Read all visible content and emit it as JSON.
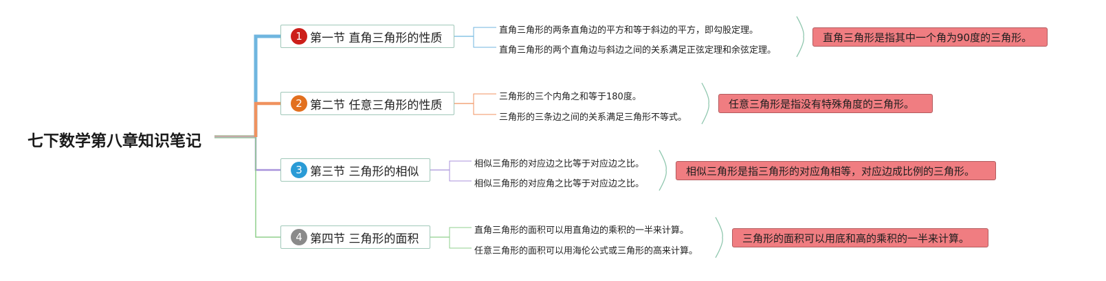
{
  "root": {
    "title": "七下数学第八章知识笔记"
  },
  "sections": [
    {
      "number": "1",
      "badge_color": "#cc1f1a",
      "branch_color": "#6fb6df",
      "title": "第一节 直角三角形的性质",
      "notes": [
        "直角三角形的两条直角边的平方和等于斜边的平方，即勾股定理。",
        "直角三角形的两个直角边与斜边之间的关系满足正弦定理和余弦定理。"
      ],
      "summary": "直角三角形是指其中一个角为90度的三角形。"
    },
    {
      "number": "2",
      "badge_color": "#e2701f",
      "branch_color": "#f0925f",
      "title": "第二节 任意三角形的性质",
      "notes": [
        "三角形的三个内角之和等于180度。",
        "三角形的三条边之间的关系满足三角形不等式。"
      ],
      "summary": "任意三角形是指没有特殊角度的三角形。"
    },
    {
      "number": "3",
      "badge_color": "#2a9bd6",
      "branch_color": "#a892db",
      "title": "第三节 三角形的相似",
      "notes": [
        "相似三角形的对应边之比等于对应边之比。",
        "相似三角形的对应角之比等于对应边之比。"
      ],
      "summary": "相似三角形是指三角形的对应角相等，对应边成比例的三角形。"
    },
    {
      "number": "4",
      "badge_color": "#8a8a8a",
      "branch_color": "#8fcf8c",
      "title": "第四节 三角形的面积",
      "notes": [
        "直角三角形的面积可以用直角边的乘积的一半来计算。",
        "任意三角形的面积可以用海伦公式或三角形的高来计算。"
      ],
      "summary": "三角形的面积可以用底和高的乘积的一半来计算。"
    }
  ],
  "colors": {
    "node_border": "#9fc7b8",
    "summary_fill": "#f07d81",
    "summary_border": "#b25a5d"
  }
}
